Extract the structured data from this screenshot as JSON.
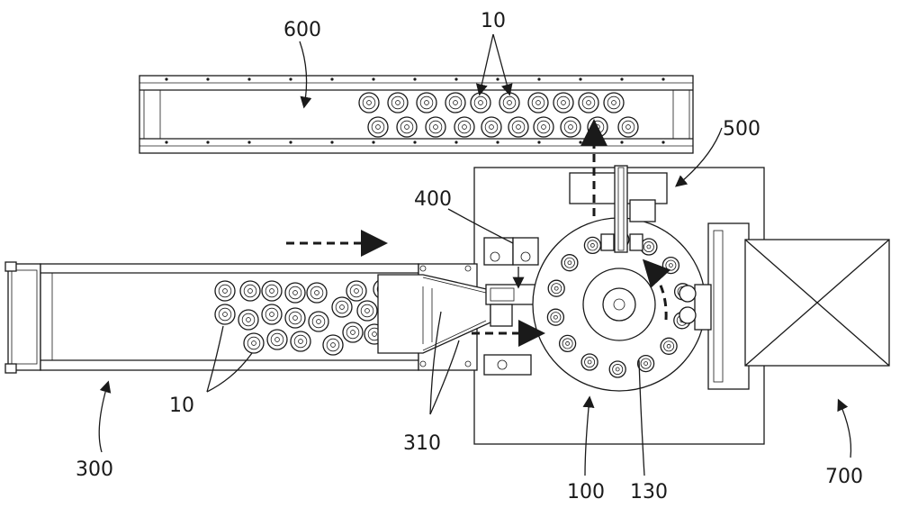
{
  "labels": {
    "l600": "600",
    "l10_top": "10",
    "l500": "500",
    "l400": "400",
    "l10_bottom": "10",
    "l300": "300",
    "l310": "310",
    "l100": "100",
    "l130": "130",
    "l700": "700"
  }
}
